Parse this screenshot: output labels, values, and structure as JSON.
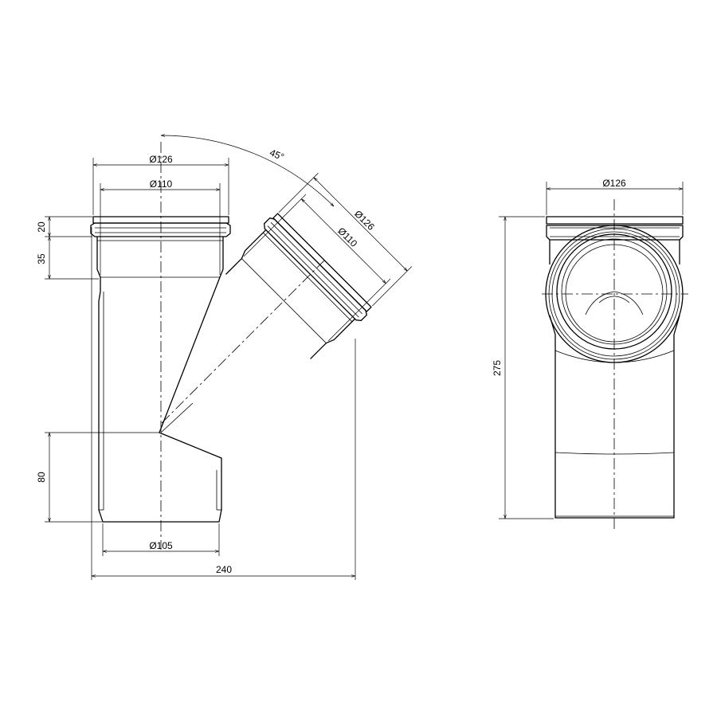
{
  "drawing": {
    "dimensions": {
      "socket_outer_diameter": "Ø126",
      "socket_inner_diameter": "Ø110",
      "angle": "45°",
      "branch_outer_diameter": "Ø126",
      "branch_inner_diameter": "Ø110",
      "socket_ring_height": "20",
      "socket_depth": "35",
      "spigot_length": "80",
      "spigot_diameter": "Ø105",
      "overall_width": "240",
      "side_outer_diameter": "Ø126",
      "overall_height": "275"
    }
  }
}
